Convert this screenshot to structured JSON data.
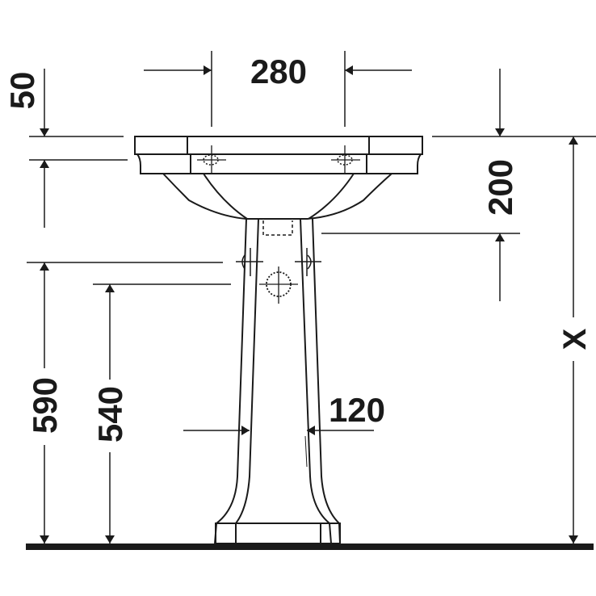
{
  "drawing": {
    "subject": "Pedestal washbasin — front elevation",
    "line_color": "#1a1a1a",
    "background": "#ffffff"
  },
  "dimensions": {
    "tap_hole_spacing": "280",
    "rim_thickness": "50",
    "rim_to_outlet": "200",
    "outlet_height_upper": "590",
    "outlet_height_lower": "540",
    "pedestal_width": "120",
    "rim_height": "X"
  }
}
